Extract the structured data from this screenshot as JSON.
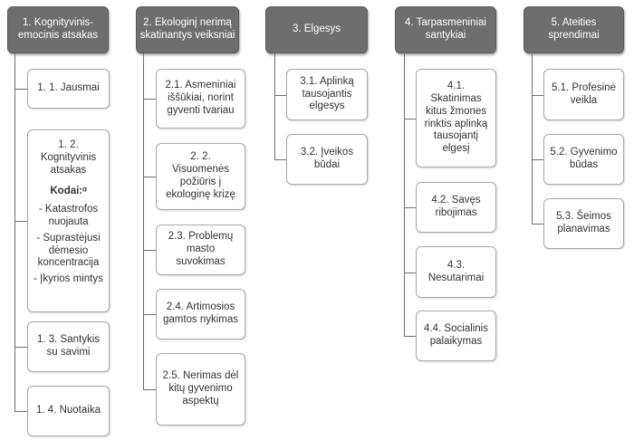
{
  "columns": [
    {
      "header": "1. Kognityvinis-emocinis atsakas",
      "items": [
        {
          "label": "1. 1. Jausmai"
        },
        {
          "label": "1. 2. Kognityvinis atsakas",
          "sub_label": "Kodai:ᵅ",
          "sub_items": [
            "- Katastrofos nuojauta",
            "- Suprastėjusi dėmesio koncentracija",
            "- Įkyrios mintys"
          ]
        },
        {
          "label": "1. 3. Santykis su savimi"
        },
        {
          "label": "1. 4. Nuotaika"
        }
      ]
    },
    {
      "header": "2. Ekologinį nerimą skatinantys veiksniai",
      "items": [
        {
          "label": "2.1. Asmeniniai iššūkiai, norint gyventi tvariau"
        },
        {
          "label": "2. 2. Visuomenės požiūris į ekologinę krizę"
        },
        {
          "label": "2.3. Problemų masto suvokimas"
        },
        {
          "label": "2.4. Artimosios gamtos nykimas"
        },
        {
          "label": "2.5. Nerimas dėl kitų gyvenimo aspektų"
        }
      ]
    },
    {
      "header": "3. Elgesys",
      "items": [
        {
          "label": "3.1. Aplinką tausojantis elgesys"
        },
        {
          "label": "3.2. Įveikos būdai"
        }
      ]
    },
    {
      "header": "4. Tarpasmeniniai santykiai",
      "items": [
        {
          "label": "4.1. Skatinimas kitus žmones rinktis aplinką tausojantį elgesį"
        },
        {
          "label": "4.2. Savęs ribojimas"
        },
        {
          "label": "4.3. Nesutarimai"
        },
        {
          "label": "4.4. Socialinis palaikymas"
        }
      ]
    },
    {
      "header": "5. Ateities sprendimai",
      "items": [
        {
          "label": "5.1. Profesinė veikla"
        },
        {
          "label": "5.2. Gyvenimo būdas"
        },
        {
          "label": "5.3. Šeimos planavimas"
        }
      ]
    }
  ]
}
